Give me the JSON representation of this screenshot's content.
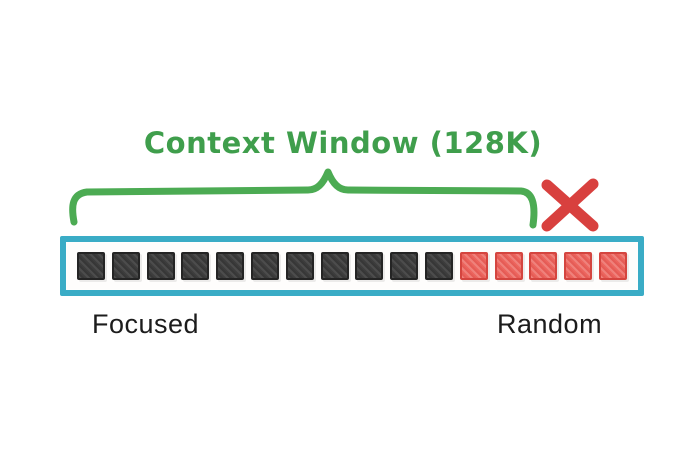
{
  "title": {
    "text": "Context Window (128K)"
  },
  "bar": {
    "focused_count": 11,
    "random_count": 5,
    "squares": [
      "focused",
      "focused",
      "focused",
      "focused",
      "focused",
      "focused",
      "focused",
      "focused",
      "focused",
      "focused",
      "focused",
      "random",
      "random",
      "random",
      "random",
      "random"
    ]
  },
  "labels": {
    "focused": "Focused",
    "random": "Random"
  },
  "icons": {
    "brace": "curly-brace-icon",
    "excluded": "x-mark-icon"
  },
  "colors": {
    "title_green": "#3f9e4c",
    "brace_green": "#4cab53",
    "bar_border_teal": "#3aacc6",
    "focused_square": "#3d3d3d",
    "random_square": "#ec655e",
    "x_red": "#d8403e"
  }
}
